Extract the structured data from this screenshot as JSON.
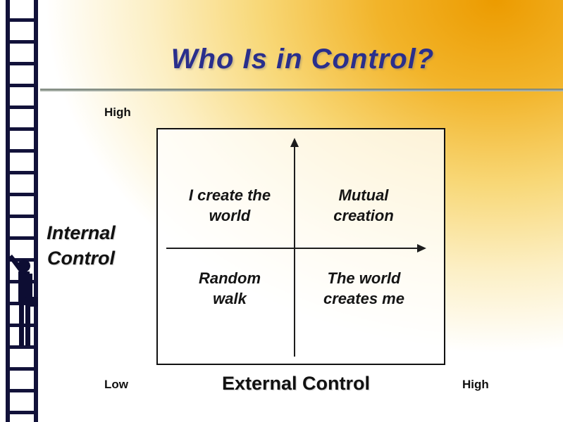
{
  "slide": {
    "title": "Who Is in Control?",
    "colors": {
      "title": "#2A2F8C",
      "accent_orange": "#F0A202",
      "ink": "#111111",
      "silhouette": "#0D0D33"
    }
  },
  "axes": {
    "top_label": "High",
    "left_label": "Internal\nControl",
    "bottom_left_label": "Low",
    "bottom_center_label": "External Control",
    "bottom_right_label": "High"
  },
  "quadrants": {
    "top_left": "I create the\nworld",
    "top_right": "Mutual\ncreation",
    "bottom_left": "Random\nwalk",
    "bottom_right": "The world\ncreates me"
  },
  "icons": {
    "ladder": "ladder-graphic",
    "climber": "climber-silhouette",
    "up_arrow": "up-arrow-icon",
    "right_arrow": "right-arrow-icon"
  }
}
